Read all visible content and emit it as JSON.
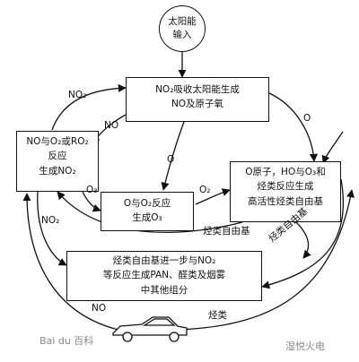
{
  "sun": {
    "line1": "太阳能",
    "line2": "输入"
  },
  "boxes": {
    "absorb": {
      "line1": "NO₂吸收太阳能生成",
      "line2": "NO及原子氧"
    },
    "left": {
      "line1": "NO与O₂或RO₂",
      "line2": "反应",
      "line3": "生成NO₂"
    },
    "o3": {
      "line1": "O与O₂反应",
      "line2": "生成O₃"
    },
    "right": {
      "line1": "O原子，HO与O₃和",
      "line2": "烃类反应生成",
      "line3": "高活性烃类自由基"
    },
    "bottom": {
      "line1": "烃类自由基进一步与NO₂",
      "line2": "等反应生成PAN、醛类及烟雾",
      "line3": "中其他组分"
    }
  },
  "labels": {
    "no2_top": "NO₂",
    "no_mid": "NO",
    "o_center": "O",
    "o_right": "O",
    "o3": "O₃",
    "o2": "O₂",
    "radical_1": "烃类自由基",
    "radical_2": "烃类自由基",
    "no2_left": "NO₂",
    "no_bottom": "NO",
    "hydrocarbons": "烃类"
  },
  "watermarks": {
    "left": "Bai du 百科",
    "right": "湿悦火电"
  }
}
